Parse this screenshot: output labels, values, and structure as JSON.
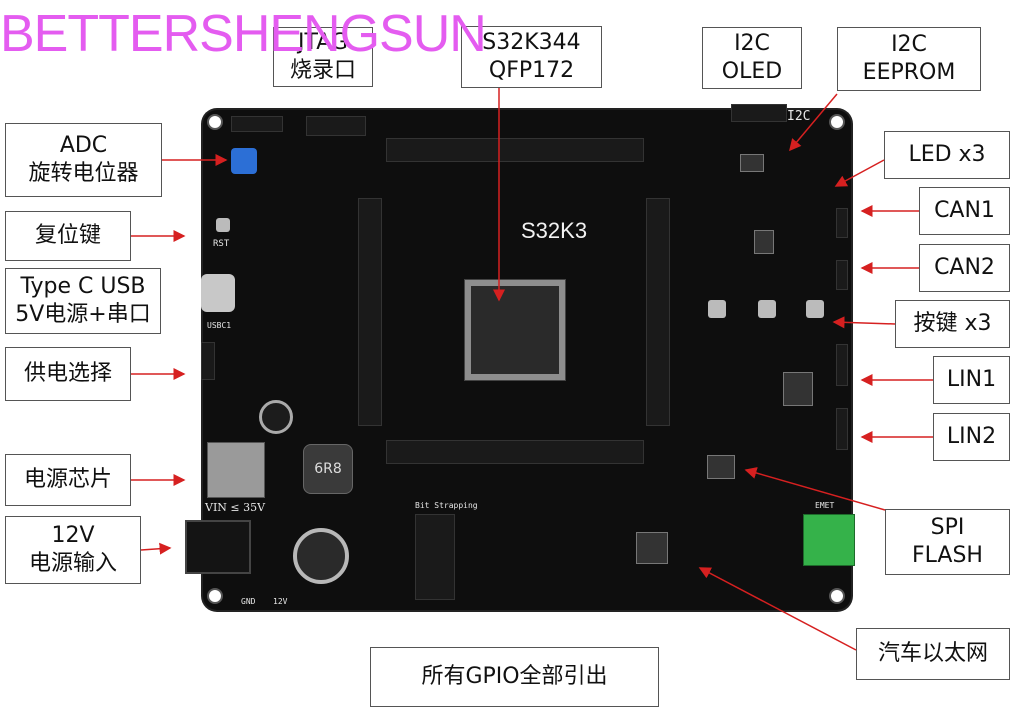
{
  "watermark": "BETTERSHENGSUN",
  "callouts": {
    "jtag": [
      "JTAG",
      "烧录口"
    ],
    "mcu": [
      "S32K344",
      "QFP172"
    ],
    "oled": [
      "I2C",
      "OLED"
    ],
    "eeprom": [
      "I2C",
      "EEPROM"
    ],
    "adc": [
      "ADC",
      "旋转电位器"
    ],
    "reset": [
      "复位键"
    ],
    "usb": [
      "Type C USB",
      "5V电源+串口"
    ],
    "power_select": [
      "供电选择"
    ],
    "power_chip": [
      "电源芯片"
    ],
    "power_in": [
      "12V",
      "电源输入"
    ],
    "led": [
      "LED x3"
    ],
    "can1": [
      "CAN1"
    ],
    "can2": [
      "CAN2"
    ],
    "keys": [
      "按键 x3"
    ],
    "lin1": [
      "LIN1"
    ],
    "lin2": [
      "LIN2"
    ],
    "spi_flash": [
      "SPI",
      "FLASH"
    ],
    "ethernet": [
      "汽车以太网"
    ],
    "gpio": [
      "所有GPIO全部引出"
    ]
  },
  "board": {
    "chip_label": "S32K3",
    "i2c_label": "I2C",
    "vin_label": "VIN ≤ 35V",
    "inductor_label": "6R8",
    "boot_label": "Bit Strapping",
    "emet_label": "EMET",
    "usb_label": "USBC1",
    "rst_label": "RST",
    "gnd_label": "GND",
    "v12_label": "12V"
  },
  "colors": {
    "watermark": "#e45cf0",
    "arrow": "#d62020",
    "board": "#0e0e0e",
    "terminal": "#35b24a",
    "pot": "#2c6fd6"
  }
}
